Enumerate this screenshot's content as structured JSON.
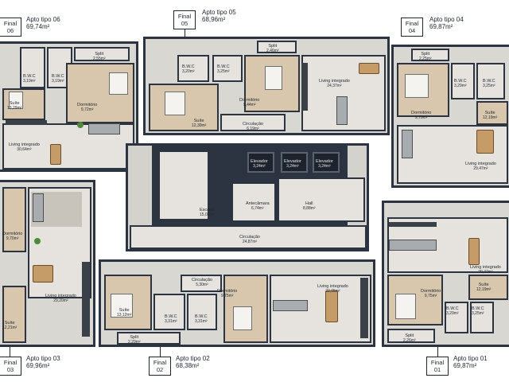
{
  "units": {
    "u06": {
      "final": "Final",
      "num": "06",
      "tipo": "Apto tipo 06",
      "area": "69,74m²"
    },
    "u05": {
      "final": "Final",
      "num": "05",
      "tipo": "Apto tipo 05",
      "area": "68,96m²"
    },
    "u04": {
      "final": "Final",
      "num": "04",
      "tipo": "Apto tipo 04",
      "area": "69,87m²"
    },
    "u03": {
      "final": "Final",
      "num": "03",
      "tipo": "Apto tipo 03",
      "area": "69,96m²"
    },
    "u02": {
      "final": "Final",
      "num": "02",
      "tipo": "Apto tipo 02",
      "area": "68,38m²"
    },
    "u01": {
      "final": "Final",
      "num": "01",
      "tipo": "Apto tipo 01",
      "area": "69,87m²"
    }
  },
  "rooms": {
    "r06_split": {
      "name": "Split",
      "area": "2,55m²"
    },
    "r06_bwc1": {
      "name": "B.W.C",
      "area": "3,19m²"
    },
    "r06_bwc2": {
      "name": "B.W.C",
      "area": "3,19m²"
    },
    "r06_suite": {
      "name": "Suíte",
      "area": "13,29m²"
    },
    "r06_dorm": {
      "name": "Dormitório",
      "area": "9,72m²"
    },
    "r06_living": {
      "name": "Living integrado",
      "area": "30,64m²"
    },
    "r05_split": {
      "name": "Split",
      "area": "2,46m²"
    },
    "r05_bwc1": {
      "name": "B.W.C",
      "area": "3,20m²"
    },
    "r05_bwc2": {
      "name": "B.W.C",
      "area": "3,25m²"
    },
    "r05_dorm": {
      "name": "Dormitório",
      "area": "9,44m²"
    },
    "r05_suite": {
      "name": "Suíte",
      "area": "12,30m²"
    },
    "r05_circ": {
      "name": "Circulação",
      "area": "6,19m²"
    },
    "r05_living": {
      "name": "Living integrado",
      "area": "24,37m²"
    },
    "r04_split": {
      "name": "Split",
      "area": "2,25m²"
    },
    "r04_bwc1": {
      "name": "B.W.C",
      "area": "3,29m²"
    },
    "r04_bwc2": {
      "name": "B.W.C",
      "area": "3,25m²"
    },
    "r04_dorm": {
      "name": "Dormitório",
      "area": "9,79m²"
    },
    "r04_suite": {
      "name": "Suíte",
      "area": "12,19m²"
    },
    "r04_living": {
      "name": "Living integrado",
      "area": "29,47m²"
    },
    "c_elev1": {
      "name": "Elevador",
      "area": "3,24m²"
    },
    "c_elev2": {
      "name": "Elevador",
      "area": "3,24m²"
    },
    "c_elev3": {
      "name": "Elevador",
      "area": "3,24m²"
    },
    "c_escada": {
      "name": "Escada",
      "area": "15,08m²"
    },
    "c_ante": {
      "name": "Antecâmara",
      "area": "6,74m²"
    },
    "c_hall": {
      "name": "Hall",
      "area": "8,88m²"
    },
    "c_circ": {
      "name": "Circulação",
      "area": "24,87m²"
    },
    "r03_dorm": {
      "name": "Dormitório",
      "area": "9,70m²"
    },
    "r03_living": {
      "name": "Living integrado",
      "area": "29,20m²"
    },
    "r03_suite": {
      "name": "Suíte",
      "area": "12,21m²"
    },
    "r02_suite": {
      "name": "Suíte",
      "area": "13,12m²"
    },
    "r02_circ": {
      "name": "Circulação",
      "area": "5,30m²"
    },
    "r02_dorm": {
      "name": "Dormitório",
      "area": "9,75m²"
    },
    "r02_living": {
      "name": "Living integrado",
      "area": "22,05m²"
    },
    "r02_bwc1": {
      "name": "B.W.C",
      "area": "3,31m²"
    },
    "r02_bwc2": {
      "name": "B.W.C",
      "area": "3,31m²"
    },
    "r02_split": {
      "name": "Split",
      "area": "2,29m²"
    },
    "r01_living": {
      "name": "Living integrado",
      "area": "29,47m²"
    },
    "r01_dorm": {
      "name": "Dormitório",
      "area": "9,75m²"
    },
    "r01_suite": {
      "name": "Suíte",
      "area": "12,19m²"
    },
    "r01_bwc1": {
      "name": "B.W.C",
      "area": "3,29m²"
    },
    "r01_bwc2": {
      "name": "B.W.C",
      "area": "3,25m²"
    },
    "r01_split": {
      "name": "Split",
      "area": "2,26m²"
    }
  }
}
